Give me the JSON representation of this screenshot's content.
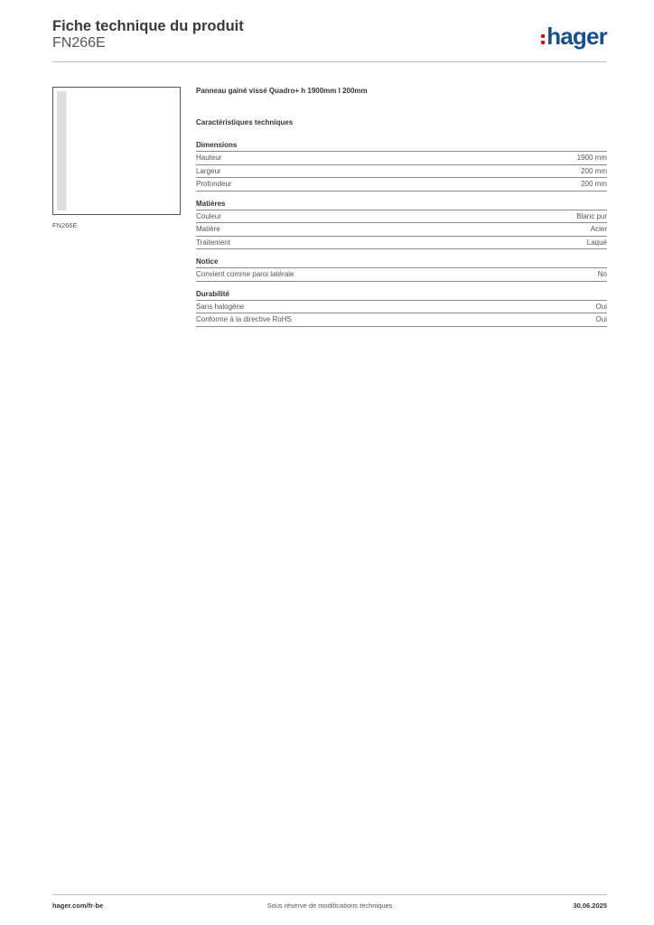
{
  "header": {
    "title": "Fiche technique du produit",
    "reference": "FN266E",
    "logo_text": "hager",
    "logo_colors": {
      "dots": "#e3001b",
      "text": "#1a4f8e"
    }
  },
  "image": {
    "caption": "FN266E"
  },
  "product": {
    "name": "Panneau gainé vissé Quadro+ h 1900mm l 200mm",
    "section_title": "Caractéristiques techniques"
  },
  "groups": [
    {
      "title": "Dimensions",
      "rows": [
        {
          "label": "Hauteur",
          "value": "1900 mm"
        },
        {
          "label": "Largeur",
          "value": "200 mm"
        },
        {
          "label": "Profondeur",
          "value": "200 mm"
        }
      ]
    },
    {
      "title": "Matières",
      "rows": [
        {
          "label": "Couleur",
          "value": "Blanc pur"
        },
        {
          "label": "Matière",
          "value": "Acier"
        },
        {
          "label": "Traitement",
          "value": "Laqué"
        }
      ]
    },
    {
      "title": "Notice",
      "rows": [
        {
          "label": "Convient comme paroi latérale",
          "value": "No"
        }
      ]
    },
    {
      "title": "Durabilité",
      "rows": [
        {
          "label": "Sans halogène",
          "value": "Oui"
        },
        {
          "label": "Conforme à la directive RoHS",
          "value": "Oui"
        }
      ]
    }
  ],
  "footer": {
    "website": "hager.com/fr-be",
    "notice": "Sous réserve de modifications techniques",
    "date": "30.06.2025"
  }
}
